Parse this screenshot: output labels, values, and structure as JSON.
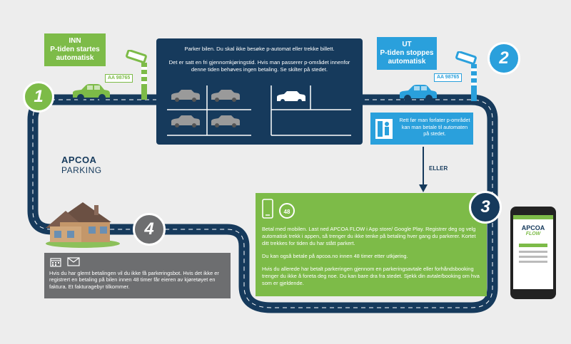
{
  "inn": {
    "line1": "INN",
    "line2": "P-tiden startes",
    "line3": "automatisk"
  },
  "ut": {
    "line1": "UT",
    "line2": "P-tiden stoppes",
    "line3": "automatisk"
  },
  "plate_left": "AA 98765",
  "plate_right": "AA 98765",
  "steps": {
    "s1": "1",
    "s2": "2",
    "s3": "3",
    "s4": "4"
  },
  "parking": {
    "p1": "Parker bilen. Du skal ikke besøke p-automat eller trekke billett.",
    "p2": "Det er satt en fri gjennomkjøringstid. Hvis man passerer p-området innenfor denne tiden behøves ingen betaling. Se skilter på stedet."
  },
  "kiosk_text": "Rett før man forlater p-området kan man betale til automaten på stedet.",
  "eller": "ELLER",
  "apcoa": {
    "l1": "APCOA",
    "l2": "PARKING"
  },
  "mobile": {
    "badge": "48",
    "p1": "Betal med mobilen. Last ned APCOA FLOW i App store/ Google Play. Registrer deg og velg automatisk trekk i appen, så trenger du ikke tenke på betaling hver gang du parkerer. Kortet ditt trekkes for tiden du har stått parkert.",
    "p2": "Du kan også betale på apcoa.no innen 48 timer etter utkjøring.",
    "p3": "Hvis du allerede har betalt parkeringen gjennom en parkeringsavtale eller forhåndsbooking trenger du ikke å foreta deg noe. Du kan bare dra fra stedet. Sjekk din avtale/booking om hva som er gjeldende."
  },
  "invoice_text": "Hvis du har glemt betalingen vil du ikke få parkeringsbot. Hvis det ikke er registrert en betaling på bilen innen 48 timer får eieren av kjøretøyet en faktura. Et fakturagebyr tilkommer.",
  "phone": {
    "brand1": "APCOA",
    "brand2": "FLOW"
  },
  "colors": {
    "navy": "#163a5c",
    "green": "#7dbb48",
    "blue": "#2aa0dc",
    "grey": "#6d6e70"
  }
}
